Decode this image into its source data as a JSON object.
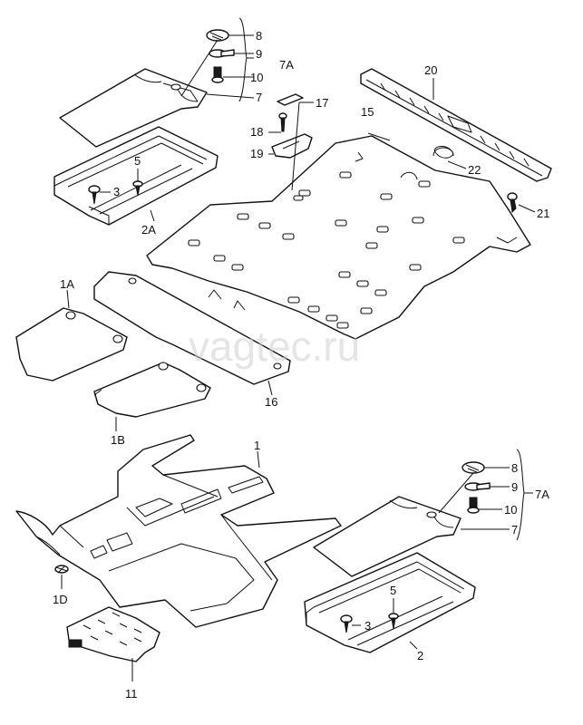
{
  "watermark": "vagtec.ru",
  "callouts": {
    "c1": "1",
    "c1A": "1A",
    "c1B": "1B",
    "c1D": "1D",
    "c2": "2",
    "c2A": "2A",
    "c3a": "3",
    "c3b": "3",
    "c5a": "5",
    "c5b": "5",
    "c7a": "7",
    "c7b": "7",
    "c7Aa": "7A",
    "c7Ab": "7A",
    "c8a": "8",
    "c8b": "8",
    "c9a": "9",
    "c9b": "9",
    "c10a": "10",
    "c10b": "10",
    "c11": "11",
    "c15": "15",
    "c16": "16",
    "c17": "17",
    "c18": "18",
    "c19": "19",
    "c20": "20",
    "c21": "21",
    "c22": "22"
  }
}
